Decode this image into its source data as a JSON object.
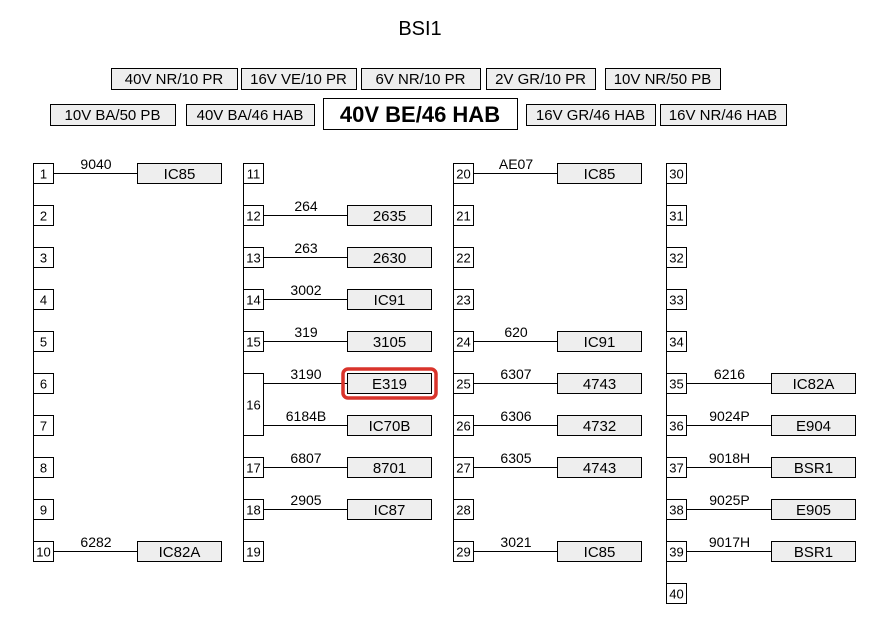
{
  "title": "BSI1",
  "connectors": {
    "row1": [
      "40V NR/10 PR",
      "16V VE/10 PR",
      "6V NR/10 PR",
      "2V GR/10 PR",
      "10V NR/50 PB"
    ],
    "row2": [
      "10V BA/50 PB",
      "40V BA/46 HAB",
      "40V BE/46 HAB",
      "16V GR/46 HAB",
      "16V NR/46 HAB"
    ],
    "selected": "40V BE/46 HAB"
  },
  "highlight_color": "#d9342b",
  "columns": [
    {
      "pins": [
        "1",
        "2",
        "3",
        "4",
        "5",
        "6",
        "7",
        "8",
        "9",
        "10"
      ]
    },
    {
      "pins": [
        "11",
        "12",
        "13",
        "14",
        "15",
        "16",
        "17",
        "18",
        "19"
      ]
    },
    {
      "pins": [
        "20",
        "21",
        "22",
        "23",
        "24",
        "25",
        "26",
        "27",
        "28",
        "29"
      ]
    },
    {
      "pins": [
        "30",
        "31",
        "32",
        "33",
        "34",
        "35",
        "36",
        "37",
        "38",
        "39",
        "40"
      ]
    }
  ],
  "wires": [
    {
      "pin": "1",
      "wire": "9040",
      "component": "IC85"
    },
    {
      "pin": "10",
      "wire": "6282",
      "component": "IC82A"
    },
    {
      "pin": "12",
      "wire": "264",
      "component": "2635"
    },
    {
      "pin": "13",
      "wire": "263",
      "component": "2630"
    },
    {
      "pin": "14",
      "wire": "3002",
      "component": "IC91"
    },
    {
      "pin": "15",
      "wire": "319",
      "component": "3105"
    },
    {
      "pin": "16",
      "wire": "3190",
      "component": "E319",
      "highlighted": true
    },
    {
      "pin": "16",
      "wire": "6184B",
      "component": "IC70B"
    },
    {
      "pin": "17",
      "wire": "6807",
      "component": "8701"
    },
    {
      "pin": "18",
      "wire": "2905",
      "component": "IC87"
    },
    {
      "pin": "20",
      "wire": "AE07",
      "component": "IC85"
    },
    {
      "pin": "24",
      "wire": "620",
      "component": "IC91"
    },
    {
      "pin": "25",
      "wire": "6307",
      "component": "4743"
    },
    {
      "pin": "26",
      "wire": "6306",
      "component": "4732"
    },
    {
      "pin": "27",
      "wire": "6305",
      "component": "4743"
    },
    {
      "pin": "29",
      "wire": "3021",
      "component": "IC85"
    },
    {
      "pin": "35",
      "wire": "6216",
      "component": "IC82A"
    },
    {
      "pin": "36",
      "wire": "9024P",
      "component": "E904"
    },
    {
      "pin": "37",
      "wire": "9018H",
      "component": "BSR1"
    },
    {
      "pin": "38",
      "wire": "9025P",
      "component": "E905"
    },
    {
      "pin": "39",
      "wire": "9017H",
      "component": "BSR1"
    }
  ]
}
